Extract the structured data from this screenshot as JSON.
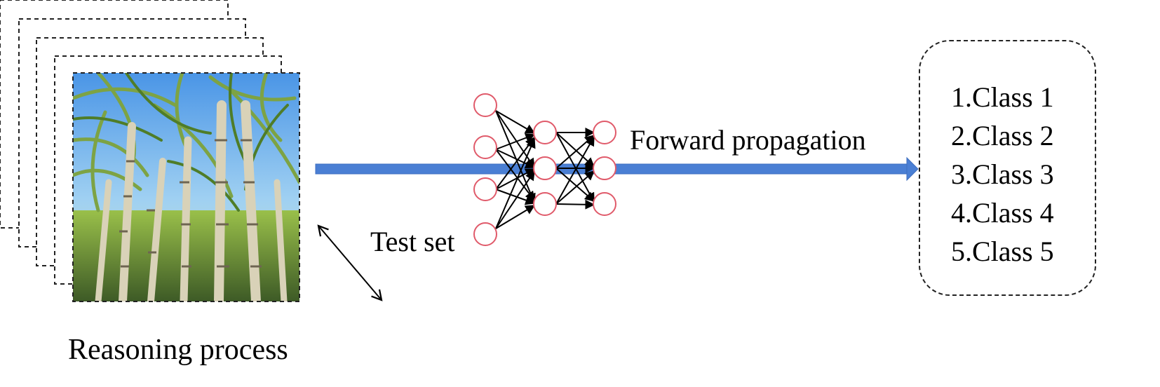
{
  "diagram": {
    "caption": "Reasoning process",
    "test_set_label": "Test set",
    "arrow_label": "Forward propagation",
    "classes": [
      "1.Class 1",
      "2.Class 2",
      "3.Class 3",
      "4.Class 4",
      "5.Class 5"
    ],
    "colors": {
      "arrow": "#4a7fd4",
      "neuron_outline": "#e05a6a",
      "connections": "#000000",
      "frame_dash": "#222222"
    },
    "network": {
      "layers": [
        4,
        3,
        3
      ]
    }
  }
}
